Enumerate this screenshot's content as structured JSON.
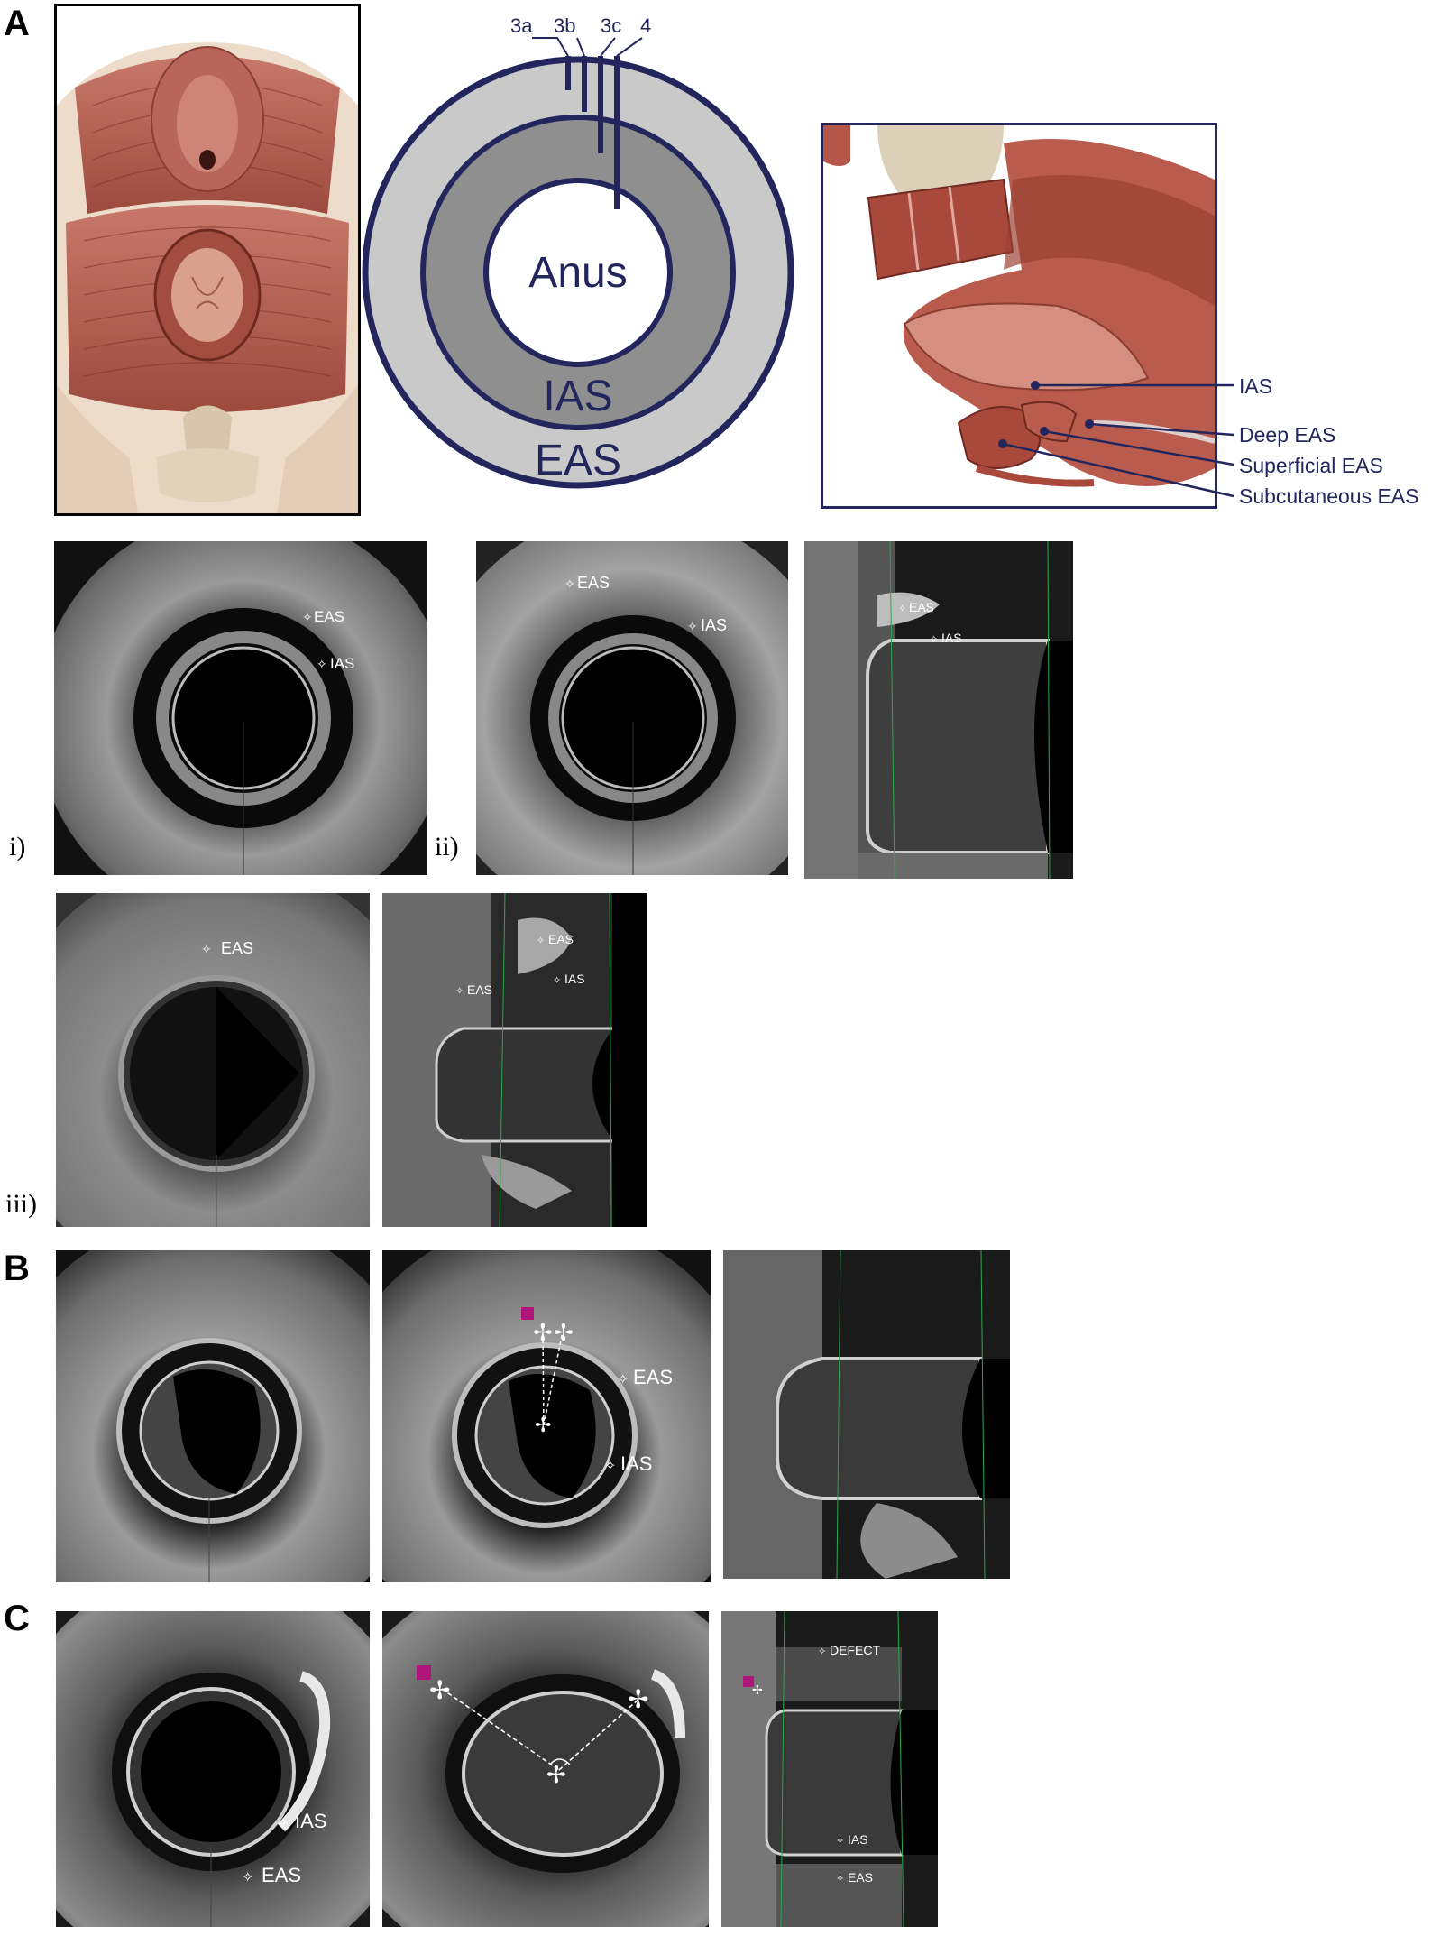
{
  "panels": {
    "a": "A",
    "b": "B",
    "c": "C"
  },
  "sublabels": {
    "i": "i)",
    "ii": "ii)",
    "iii": "iii)"
  },
  "ring_diagram": {
    "tear_grades": [
      "3a",
      "3b",
      "3c",
      "4"
    ],
    "center": "Anus",
    "inner_ring": "IAS",
    "outer_ring": "EAS",
    "colors": {
      "outer": "#c9c9c9",
      "inner": "#8f8f8f",
      "stroke": "#23265c",
      "center": "#ffffff"
    }
  },
  "sagittal": {
    "labels": [
      "IAS",
      "Deep EAS",
      "Superficial EAS",
      "Subcutaneous EAS"
    ]
  },
  "us_labels": {
    "eas": "EAS",
    "ias": "IAS",
    "defect": "DEFECT"
  },
  "colors": {
    "marker": "#b0157a",
    "guide": "#2aa84a",
    "muscle": "#b15a4c",
    "skin": "#e8d4bf"
  }
}
